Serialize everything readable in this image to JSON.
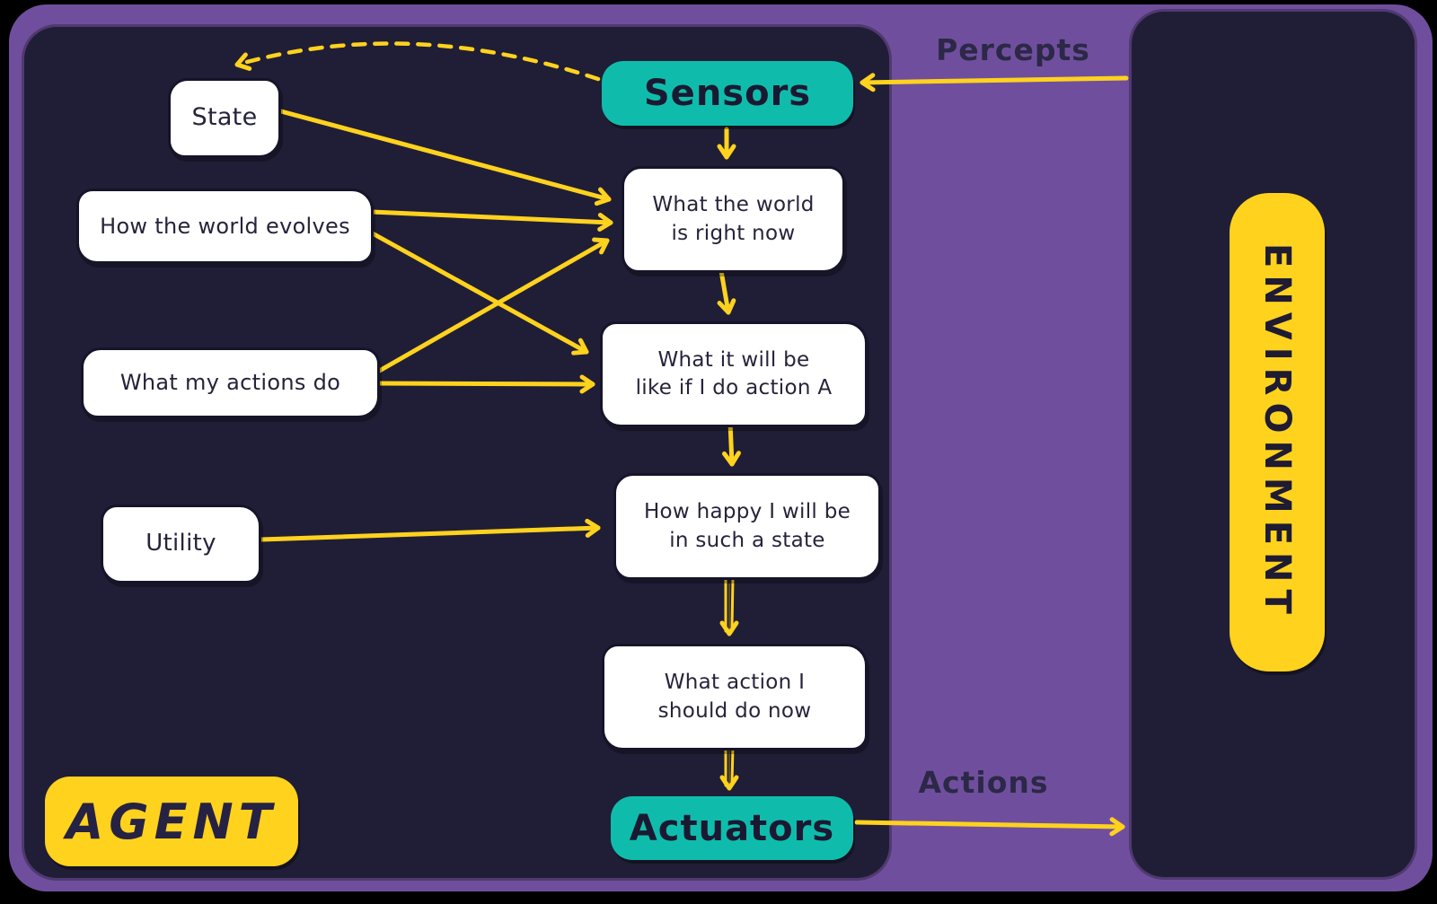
{
  "agent": {
    "label": "AGENT",
    "sensors_label": "Sensors",
    "actuators_label": "Actuators",
    "nodes": {
      "state": "State",
      "how_world_evolves": "How the world evolves",
      "what_actions_do": "What my actions do",
      "utility": "Utility",
      "world_now": {
        "line1": "What the world",
        "line2": "is right now"
      },
      "what_if": {
        "line1": "What it will be",
        "line2": "like if I do action A"
      },
      "how_happy": {
        "line1": "How happy I will be",
        "line2": "in such a state"
      },
      "what_action": {
        "line1": "What action I",
        "line2": "should do now"
      }
    }
  },
  "environment": {
    "label": "ENVIRONMENT"
  },
  "labels": {
    "percepts": "Percepts",
    "actions": "Actions"
  },
  "colors": {
    "background": "#000000",
    "frame_purple": "#6F4F9D",
    "panel_navy": "#201E36",
    "box_teal": "#0FBCAC",
    "accent_yellow": "#FFD21E",
    "box_white": "#FFFFFF",
    "ink": "#26243B"
  }
}
